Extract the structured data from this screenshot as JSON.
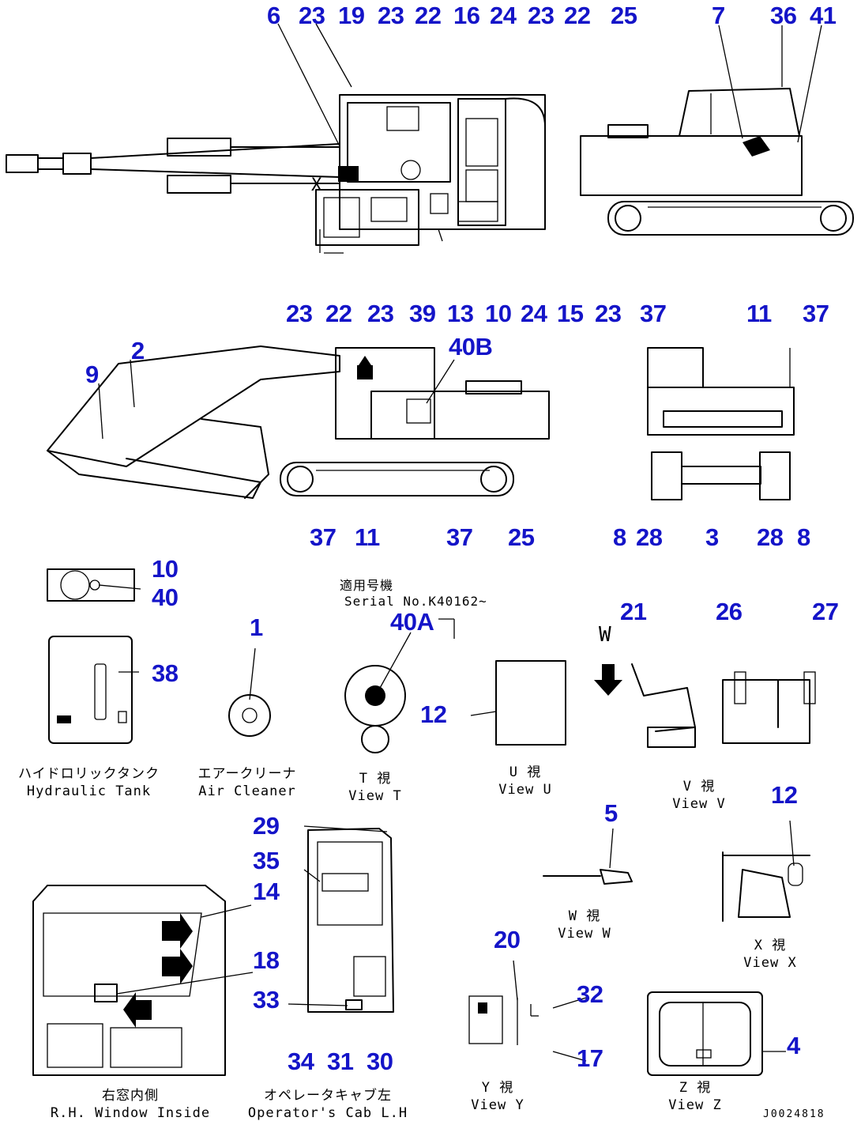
{
  "document_id": "J0024818",
  "serial_note": {
    "line1": "適用号機",
    "line2": "Serial No.K40162~"
  },
  "captions": {
    "hydraulic_tank": {
      "jp": "ハイドロリックタンク",
      "en": "Hydraulic Tank"
    },
    "air_cleaner": {
      "jp": "エアークリーナ",
      "en": "Air Cleaner"
    },
    "view_t": {
      "jp": "T 視",
      "en": "View T"
    },
    "view_u": {
      "jp": "U 視",
      "en": "View U"
    },
    "view_v": {
      "jp": "V 視",
      "en": "View V"
    },
    "view_w": {
      "jp": "W 視",
      "en": "View W"
    },
    "view_x": {
      "jp": "X 視",
      "en": "View X"
    },
    "view_y": {
      "jp": "Y 視",
      "en": "View Y"
    },
    "view_z": {
      "jp": "Z 視",
      "en": "View Z"
    },
    "rh_window": {
      "jp": "右窓内側",
      "en": "R.H. Window Inside"
    },
    "operator_cab": {
      "jp": "オペレータキャブ左",
      "en": "Operator's Cab L.H"
    }
  },
  "view_letters": {
    "w_arrow": "W",
    "x_mark": "X"
  },
  "callouts": {
    "top_plan": [
      "6",
      "23",
      "19",
      "23",
      "22",
      "16",
      "24",
      "23",
      "22",
      "25",
      "23",
      "22",
      "23",
      "39",
      "13",
      "10",
      "24",
      "15",
      "23"
    ],
    "top_side": [
      "7",
      "36",
      "41",
      "37",
      "11",
      "37"
    ],
    "left_side": [
      "2",
      "9",
      "40B",
      "37",
      "11",
      "37",
      "25"
    ],
    "rear": [
      "8",
      "28",
      "3",
      "28",
      "8"
    ],
    "hydraulic_tank": [
      "10",
      "40",
      "38"
    ],
    "air_cleaner": [
      "1"
    ],
    "view_t": [
      "40A"
    ],
    "view_u": [
      "12"
    ],
    "view_v": [
      "21",
      "26",
      "27"
    ],
    "view_w": [
      "5"
    ],
    "view_x": [
      "12"
    ],
    "rh_window": [
      "14",
      "18",
      "33"
    ],
    "operator_cab": [
      "29",
      "35",
      "34",
      "31",
      "30"
    ],
    "view_y": [
      "20",
      "32",
      "17"
    ],
    "view_z": [
      "4"
    ]
  }
}
